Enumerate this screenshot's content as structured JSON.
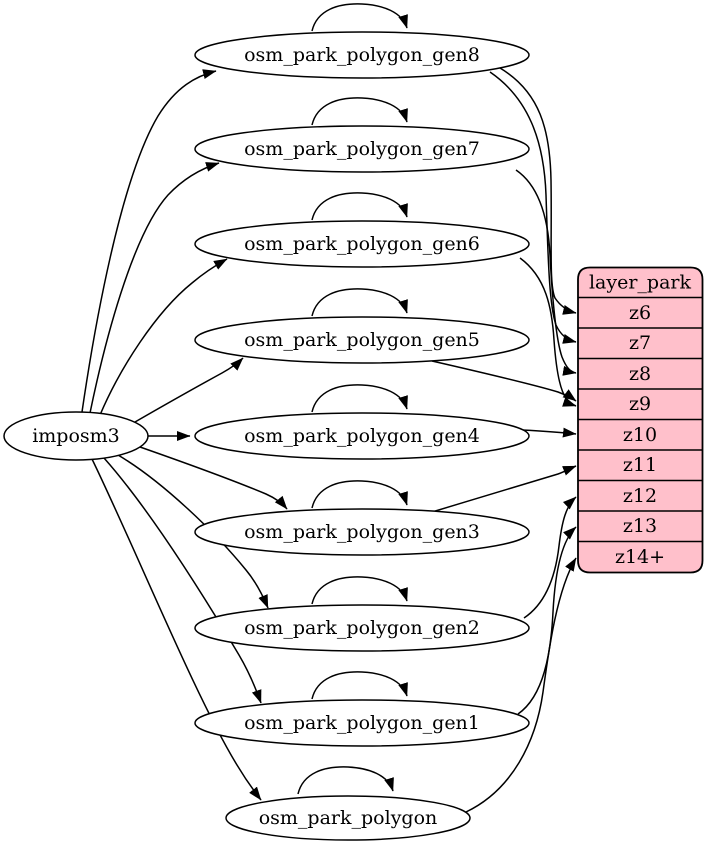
{
  "diagram": {
    "kind": "etl-graph",
    "source_node": {
      "label": "imposm3"
    },
    "table_nodes": [
      {
        "label": "osm_park_polygon_gen8"
      },
      {
        "label": "osm_park_polygon_gen7"
      },
      {
        "label": "osm_park_polygon_gen6"
      },
      {
        "label": "osm_park_polygon_gen5"
      },
      {
        "label": "osm_park_polygon_gen4"
      },
      {
        "label": "osm_park_polygon_gen3"
      },
      {
        "label": "osm_park_polygon_gen2"
      },
      {
        "label": "osm_park_polygon_gen1"
      },
      {
        "label": "osm_park_polygon"
      }
    ],
    "layer_node": {
      "title": "layer_park",
      "rows": [
        "z6",
        "z7",
        "z8",
        "z9",
        "z10",
        "z11",
        "z12",
        "z13",
        "z14+"
      ]
    },
    "edges": {
      "from_source": [
        {
          "from": "imposm3",
          "to": "osm_park_polygon_gen8"
        },
        {
          "from": "imposm3",
          "to": "osm_park_polygon_gen7"
        },
        {
          "from": "imposm3",
          "to": "osm_park_polygon_gen6"
        },
        {
          "from": "imposm3",
          "to": "osm_park_polygon_gen5"
        },
        {
          "from": "imposm3",
          "to": "osm_park_polygon_gen4"
        },
        {
          "from": "imposm3",
          "to": "osm_park_polygon_gen3"
        },
        {
          "from": "imposm3",
          "to": "osm_park_polygon_gen2"
        },
        {
          "from": "imposm3",
          "to": "osm_park_polygon_gen1"
        },
        {
          "from": "imposm3",
          "to": "osm_park_polygon"
        }
      ],
      "self_loops": [
        "osm_park_polygon_gen8",
        "osm_park_polygon_gen7",
        "osm_park_polygon_gen6",
        "osm_park_polygon_gen5",
        "osm_park_polygon_gen4",
        "osm_park_polygon_gen3",
        "osm_park_polygon_gen2",
        "osm_park_polygon_gen1",
        "osm_park_polygon"
      ],
      "to_layer": [
        {
          "from": "osm_park_polygon_gen8",
          "to": "z6"
        },
        {
          "from": "osm_park_polygon_gen8",
          "to": "z7"
        },
        {
          "from": "osm_park_polygon_gen7",
          "to": "z8"
        },
        {
          "from": "osm_park_polygon_gen6",
          "to": "z9"
        },
        {
          "from": "osm_park_polygon_gen5",
          "to": "z9"
        },
        {
          "from": "osm_park_polygon_gen4",
          "to": "z10"
        },
        {
          "from": "osm_park_polygon_gen3",
          "to": "z11"
        },
        {
          "from": "osm_park_polygon_gen2",
          "to": "z12"
        },
        {
          "from": "osm_park_polygon_gen1",
          "to": "z13"
        },
        {
          "from": "osm_park_polygon",
          "to": "z14+"
        }
      ]
    },
    "colors": {
      "layer_fill": "#ffc0cb",
      "node_fill": "#ffffff",
      "stroke": "#000000",
      "background": "#ffffff"
    }
  }
}
